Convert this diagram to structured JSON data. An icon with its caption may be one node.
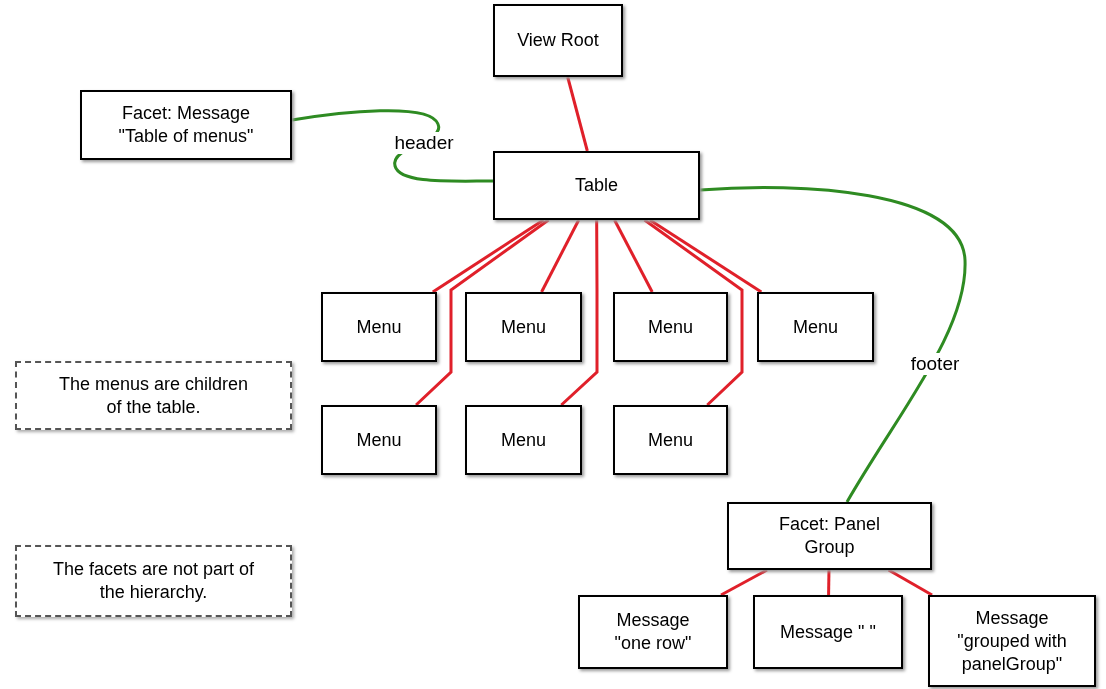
{
  "diagram": {
    "nodes": [
      {
        "text": [
          "View Root"
        ]
      },
      {
        "text": [
          "Facet: Message \"Table of menus\""
        ]
      },
      {
        "text": [
          "Table"
        ]
      },
      {
        "text": [
          "Menu"
        ]
      },
      {
        "text": [
          "Menu"
        ]
      },
      {
        "text": [
          "Menu"
        ]
      },
      {
        "text": [
          "Menu"
        ]
      },
      {
        "text": [
          "The menus are children of the table."
        ]
      },
      {
        "text": [
          "Menu"
        ]
      },
      {
        "text": [
          "Menu"
        ]
      },
      {
        "text": [
          "Menu"
        ]
      },
      {
        "text": [
          "Facet: Panel Group"
        ]
      },
      {
        "text": [
          "The facets are not part of the hierarchy."
        ]
      },
      {
        "text": [
          "Message \"one row\""
        ]
      },
      {
        "text": [
          "Message \" \""
        ]
      },
      {
        "text": [
          "Message \"grouped with panelGroup\""
        ]
      }
    ],
    "edges": [
      {
        "from": 0,
        "to": 2,
        "arrow": "none"
      },
      {
        "from": 1,
        "to": 2,
        "arrow": "none",
        "label": "header",
        "color": "#2e8b22"
      },
      {
        "from": 2,
        "to": 3,
        "arrow": "none"
      },
      {
        "from": 2,
        "to": 4,
        "arrow": "none"
      },
      {
        "from": 2,
        "to": 5,
        "arrow": "none"
      },
      {
        "from": 2,
        "to": 6,
        "arrow": "none"
      },
      {
        "from": 2,
        "to": 8,
        "arrow": "none"
      },
      {
        "from": 2,
        "to": 9,
        "arrow": "none"
      },
      {
        "from": 2,
        "to": 10,
        "arrow": "none"
      },
      {
        "from": 2,
        "to": 11,
        "arrow": "none",
        "label": "footer",
        "color": "#2e8b22"
      },
      {
        "from": 11,
        "to": 13,
        "arrow": "none"
      },
      {
        "from": 11,
        "to": 14,
        "arrow": "none"
      },
      {
        "from": 11,
        "to": 15,
        "arrow": "none"
      }
    ]
  }
}
